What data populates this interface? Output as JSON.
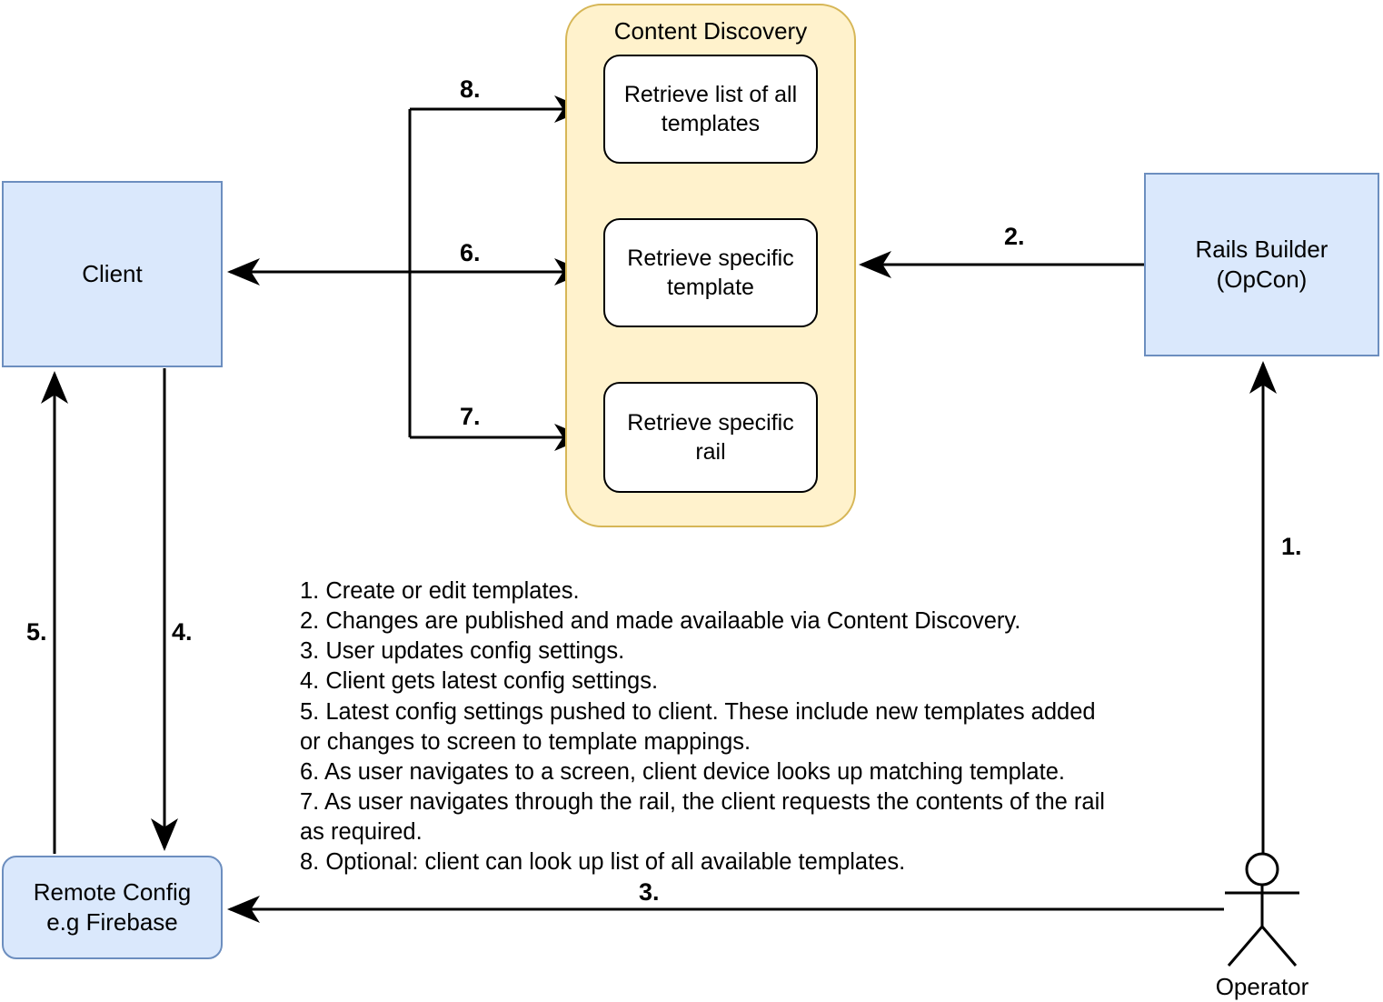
{
  "diagram": {
    "title_text": "Content Discovery",
    "nodes": {
      "client": {
        "label": "Client"
      },
      "remote_config": {
        "label": "Remote Config\ne.g Firebase"
      },
      "rails_builder": {
        "label": "Rails Builder\n(OpCon)"
      },
      "operator": {
        "label": "Operator"
      },
      "content_discovery": {
        "title": "Content Discovery",
        "boxes": [
          {
            "label": "Retrieve list of all templates"
          },
          {
            "label": "Retrieve specific template"
          },
          {
            "label": "Retrieve specific rail"
          }
        ]
      }
    },
    "edge_labels": {
      "one": "1.",
      "two": "2.",
      "three": "3.",
      "four": "4.",
      "five": "5.",
      "six": "6.",
      "seven": "7.",
      "eight": "8."
    },
    "legend": {
      "text": "1. Create or edit templates.\n2. Changes are published and made availaable via Content Discovery.\n3. User updates config settings.\n4. Client gets latest config settings.\n5. Latest config settings pushed to client. These include new templates added\nor changes to screen to template mappings.\n6. As user navigates to a screen, client device looks up matching template.\n7. As user navigates through the rail, the client requests the contents of the rail\nas required.\n8. Optional: client can look up list of all available templates."
    },
    "colors": {
      "node_fill": "#dae8fc",
      "node_stroke": "#6c8ebf",
      "panel_fill": "#fff2cc",
      "panel_stroke": "#d6b656",
      "inner_fill": "#ffffff",
      "inner_stroke": "#000000",
      "line": "#000000"
    }
  }
}
